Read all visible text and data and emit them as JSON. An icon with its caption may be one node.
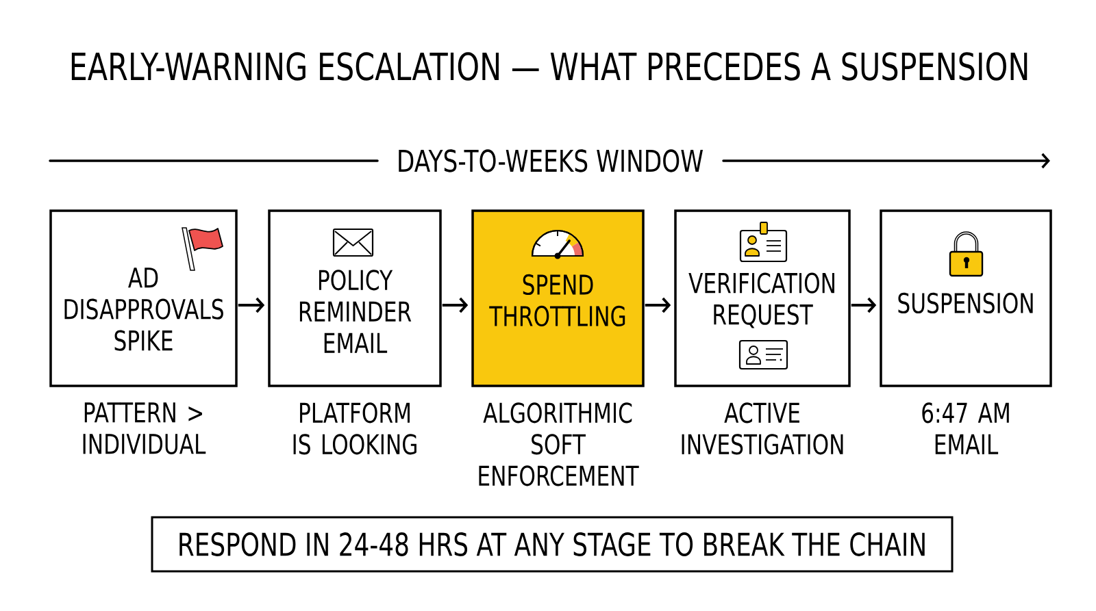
{
  "diagram": {
    "title": "EARLY-WARNING ESCALATION — WHAT PRECEDES A SUSPENSION",
    "nodes": [
      {
        "text": [
          "AD DISAPPROVALS SPIKE"
        ],
        "beside": [
          "PATTERN > INDIVIDUAL"
        ]
      },
      {
        "text": [
          "POLICY REMINDER EMAIL"
        ],
        "beside": [
          "PLATFORM IS LOOKING"
        ]
      },
      {
        "text": [
          "SPEND THROTTLING"
        ],
        "beside": [
          "ALGORITHMIC SOFT ENFORCEMENT"
        ]
      },
      {
        "text": [
          "VERIFICATION REQUEST"
        ],
        "beside": [
          "ACTIVE INVESTIGATION"
        ]
      },
      {
        "text": [
          "SUSPENSION"
        ],
        "beside": [
          "6:47 AM EMAIL"
        ]
      },
      {
        "text": [
          "RESPOND IN 24-48 HRS AT ANY STAGE TO BREAK THE CHAIN"
        ]
      }
    ],
    "edges": [
      {
        "from": 0,
        "to": 1,
        "arrow": "to"
      },
      {
        "from": 1,
        "to": 2,
        "arrow": "to"
      },
      {
        "from": 2,
        "to": 3,
        "arrow": "to"
      },
      {
        "from": 3,
        "to": 4,
        "arrow": "to"
      }
    ],
    "labels": [
      "DAYS-TO-WEEKS WINDOW"
    ]
  }
}
